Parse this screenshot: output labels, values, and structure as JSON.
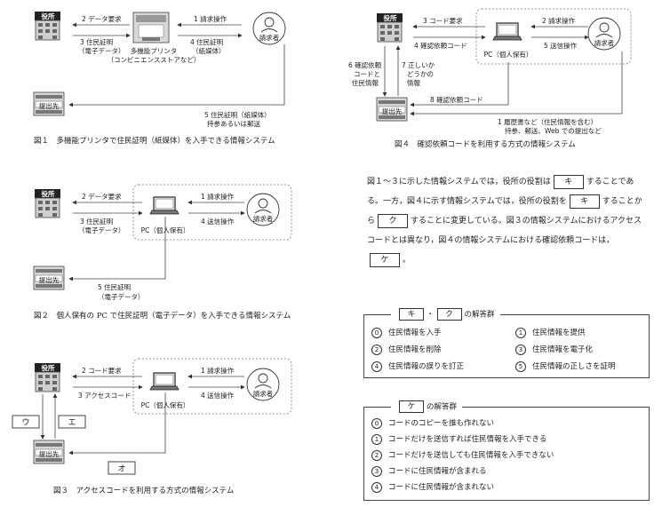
{
  "labels": {
    "yakusho": "役所",
    "teishutsu": "提出先",
    "seikyusha": "請求者",
    "pc": "PC（個人保有）",
    "printer_1": "多機能プリンタ",
    "printer_2": "（コンビニエンスストアなど）"
  },
  "fig1": {
    "a2": "2 データ要求",
    "a3_1": "3 住民証明",
    "a3_2": "（電子データ）",
    "a1": "1 請求操作",
    "a4_1": "4 住民証明",
    "a4_2": "（紙媒体）",
    "a5_1": "5 住民証明（紙媒体）",
    "a5_2": "持参あるいは郵送",
    "caption": "図１　多機能プリンタで住民証明（紙媒体）を入手できる情報システム"
  },
  "fig2": {
    "a2": "2 データ要求",
    "a3_1": "3 住民証明",
    "a3_2": "（電子データ）",
    "a1": "1 請求操作",
    "a4": "4 送信操作",
    "a5_1": "5 住民証明",
    "a5_2": "（電子データ）",
    "caption": "図２　個人保有の PC で住民証明（電子データ）を入手できる情報システム"
  },
  "fig3": {
    "a2": "2 コード要求",
    "a3": "3 アクセスコード",
    "a1": "1 請求操作",
    "a4": "4 送信操作",
    "box_u": "ウ",
    "box_e": "エ",
    "box_o": "オ",
    "caption": "図３　アクセスコードを利用する方式の情報システム"
  },
  "fig4": {
    "a3": "3 コード要求",
    "a4": "4 確認依頼コード",
    "a2": "2 請求操作",
    "a5": "5 送信操作",
    "l6_1": "6 確認依頼",
    "l6_2": "コードと",
    "l6_3": "住民情報",
    "l7_1": "7 正しいか",
    "l7_2": "どうかの",
    "l7_3": "情報",
    "a8": "8 確認依頼コード",
    "a1_1": "1 履歴書など（住民情報を含む）",
    "a1_2": "持参、郵送、Web での提出など",
    "caption": "図４　確認依頼コードを利用する方式の情報システム"
  },
  "paragraph": {
    "s1": "図１～３に示した情報システムでは，役所の役割は",
    "box_ki": "キ",
    "s2": "することであ",
    "s3": "る。一方，図４に示す情報システムでは，役所の役割を",
    "s4": "することか",
    "s5": "ら",
    "box_ku": "ク",
    "s6": "することに変更している。図３の情報システムにおけるアクセス",
    "s7": "コードとは異なり，図４の情報システムにおける確認依頼コードは，",
    "box_ke": "ケ",
    "s8": "。"
  },
  "answers1": {
    "box_ki": "キ",
    "sep": "・",
    "box_ku": "ク",
    "title": "の解答群",
    "options": [
      {
        "num": "0",
        "text": "住民情報を入手"
      },
      {
        "num": "1",
        "text": "住民情報を提供"
      },
      {
        "num": "2",
        "text": "住民情報を削除"
      },
      {
        "num": "3",
        "text": "住民情報を電子化"
      },
      {
        "num": "4",
        "text": "住民情報の誤りを訂正"
      },
      {
        "num": "5",
        "text": "住民情報の正しさを証明"
      }
    ]
  },
  "answers2": {
    "box_ke": "ケ",
    "title": "の解答群",
    "options": [
      {
        "num": "0",
        "text": "コードのコピーを誰も作れない"
      },
      {
        "num": "1",
        "text": "コードだけを送信すれば住民情報を入手できる"
      },
      {
        "num": "2",
        "text": "コードだけを送信しても住民情報を入手できない"
      },
      {
        "num": "3",
        "text": "コードに住民情報が含まれる"
      },
      {
        "num": "4",
        "text": "コードに住民情報が含まれない"
      }
    ]
  }
}
